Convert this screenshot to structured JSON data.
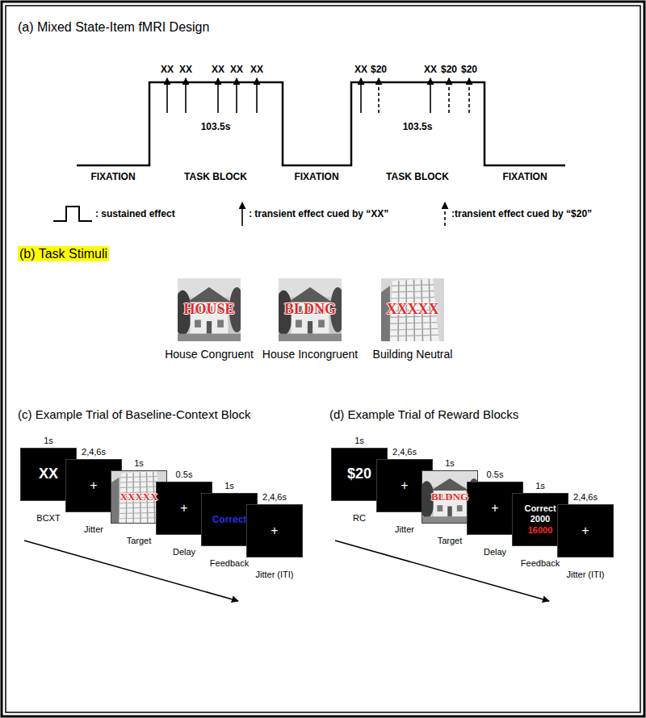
{
  "diagram": {
    "nodes": [
      {
        "text": [
          "HOUSE",
          "House Congruent"
        ]
      },
      {
        "text": [
          "BLDNG",
          "House Incongruent"
        ]
      },
      {
        "text": [
          "XXXXX",
          "Building Neutral"
        ]
      },
      {
        "text": [
          "1s",
          "XX",
          "BCXT"
        ]
      },
      {
        "text": [
          "2,4,6s",
          "+",
          "Jitter"
        ]
      },
      {
        "text": [
          "1s",
          "XXXXX",
          "Target"
        ]
      },
      {
        "text": [
          "0.5s",
          "+",
          "Delay"
        ]
      },
      {
        "text": [
          "1s",
          "Correct",
          "Feedback"
        ]
      },
      {
        "text": [
          "2,4,6s",
          "+",
          "Jitter (ITI)"
        ]
      },
      {
        "text": [
          "1s",
          "$20",
          "RC"
        ]
      },
      {
        "text": [
          "2,4,6s",
          "+",
          "Jitter"
        ]
      },
      {
        "text": [
          "1s",
          "BLDNG",
          "Target"
        ]
      },
      {
        "text": [
          "0.5s",
          "+",
          "Delay"
        ]
      },
      {
        "text": [
          "1s",
          "Correct",
          "2000",
          "16000",
          "Feedback"
        ]
      },
      {
        "text": [
          "2,4,6s",
          "+",
          "Jitter (ITI)"
        ]
      }
    ],
    "labels": [
      "(a) Mixed State-Item fMRI Design",
      "XX",
      "XX",
      "XX",
      "XX",
      "XX",
      "XX",
      "$20",
      "XX",
      "$20",
      "$20",
      "103.5s",
      "103.5s",
      "FIXATION",
      "TASK BLOCK",
      "FIXATION",
      "TASK BLOCK",
      "FIXATION",
      "(b) Task Stimuli",
      "(c) Example Trial of Baseline-Context Block",
      "(d) Example Trial of Reward Blocks"
    ],
    "legend": [
      {
        "text": ": sustained effect"
      },
      {
        "text": ": transient effect cued by “XX”"
      },
      {
        "text": ":transient effect cued by “$20”"
      }
    ]
  }
}
